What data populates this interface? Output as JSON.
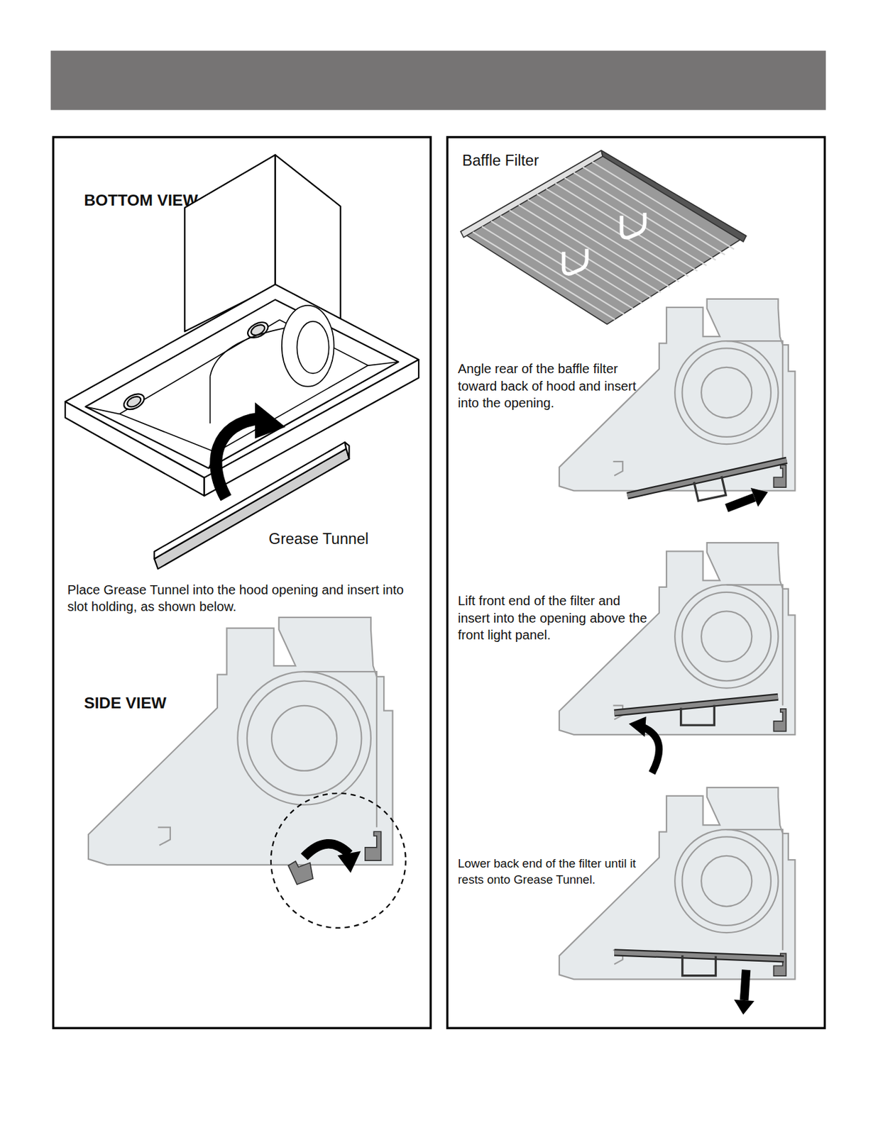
{
  "diagram": {
    "nodes": [
      {
        "text": [
          "BOTTOM VIEW",
          "Grease Tunnel",
          "Place Grease Tunnel into the hood opening and insert into slot holding, as shown below.",
          "SIDE VIEW"
        ]
      },
      {
        "text": [
          "Baffle Filter",
          "Angle rear of the baffle filter toward back of hood and insert into the opening.",
          "Lift front end of the filter and insert into the opening above the front light panel.",
          "Lower back end of the filter until it rests onto Grease Tunnel."
        ]
      }
    ]
  }
}
